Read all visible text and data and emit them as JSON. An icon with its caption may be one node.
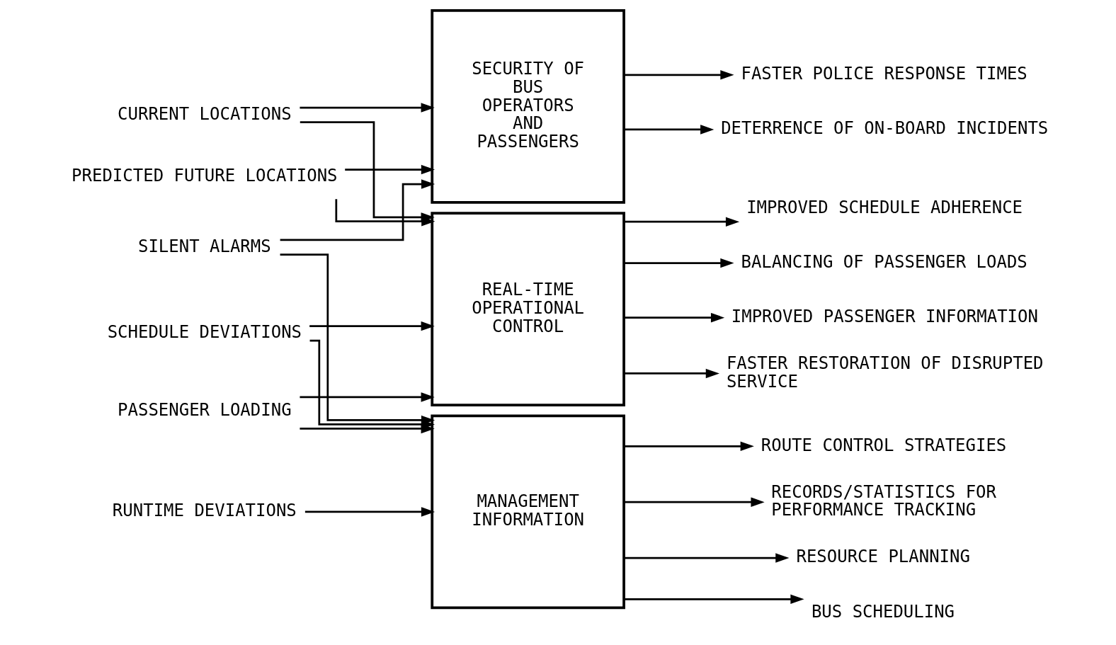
{
  "diagram": {
    "nodes": [
      {
        "text": [
          "CURRENT LOCATIONS"
        ]
      },
      {
        "text": [
          "SCHEDULE DEVIATIONS"
        ]
      },
      {
        "text": [
          "PREDICTED FUTURE LOCATIONS"
        ]
      },
      {
        "text": [
          "PASSENGER LOADING"
        ]
      },
      {
        "text": [
          "SILENT ALARMS"
        ]
      },
      {
        "text": [
          "RUNTIME DEVIATIONS"
        ]
      },
      {
        "text": [
          "REAL-TIME OPERATIONAL CONTROL"
        ]
      },
      {
        "text": [
          "SECURITY OF BUS OPERATORS AND PASSENGERS"
        ]
      },
      {
        "text": [
          "MANAGEMENT INFORMATION"
        ]
      },
      {
        "text": [
          "IMPROVED SCHEDULE ADHERENCE"
        ]
      },
      {
        "text": [
          "BALANCING OF PASSENGER LOADS"
        ]
      },
      {
        "text": [
          "IMPROVED PASSENGER INFORMATION"
        ]
      },
      {
        "text": [
          "FASTER RESTORATION OF DISRUPTED SERVICE"
        ]
      },
      {
        "text": [
          "FASTER POLICE RESPONSE TIMES"
        ]
      },
      {
        "text": [
          "DETERRENCE OF ON-BOARD INCIDENTS"
        ]
      },
      {
        "text": [
          "RESOURCE PLANNING"
        ]
      },
      {
        "text": [
          "BUS SCHEDULING"
        ]
      },
      {
        "text": [
          "ROUTE CONTROL STRATEGIES"
        ]
      },
      {
        "text": [
          "RECORDS/STATISTICS FOR PERFORMANCE TRACKING"
        ]
      }
    ],
    "edges": [
      {
        "from": 0,
        "to": 6,
        "arrow": "to"
      },
      {
        "from": 1,
        "to": 6,
        "arrow": "to"
      },
      {
        "from": 2,
        "to": 6,
        "arrow": "to"
      },
      {
        "from": 3,
        "to": 6,
        "arrow": "to"
      },
      {
        "from": 0,
        "to": 7,
        "arrow": "to"
      },
      {
        "from": 2,
        "to": 7,
        "arrow": "to"
      },
      {
        "from": 4,
        "to": 7,
        "arrow": "to"
      },
      {
        "from": 1,
        "to": 8,
        "arrow": "to"
      },
      {
        "from": 3,
        "to": 8,
        "arrow": "to"
      },
      {
        "from": 4,
        "to": 8,
        "arrow": "to"
      },
      {
        "from": 5,
        "to": 8,
        "arrow": "to"
      },
      {
        "from": 6,
        "to": 9,
        "arrow": "to"
      },
      {
        "from": 6,
        "to": 10,
        "arrow": "to"
      },
      {
        "from": 6,
        "to": 11,
        "arrow": "to"
      },
      {
        "from": 6,
        "to": 12,
        "arrow": "to"
      },
      {
        "from": 7,
        "to": 13,
        "arrow": "to"
      },
      {
        "from": 7,
        "to": 14,
        "arrow": "to"
      },
      {
        "from": 8,
        "to": 15,
        "arrow": "to"
      },
      {
        "from": 8,
        "to": 16,
        "arrow": "to"
      },
      {
        "from": 8,
        "to": 17,
        "arrow": "to"
      },
      {
        "from": 8,
        "to": 18,
        "arrow": "to"
      }
    ]
  }
}
